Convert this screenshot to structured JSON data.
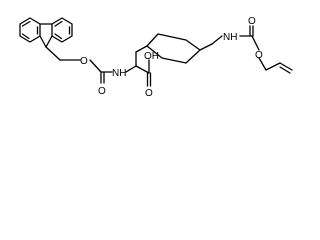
{
  "molecule": {
    "labels": {
      "o_fmoc_ether": "O",
      "nh_alpha": "NH",
      "o_carbonyl_fmoc": "O",
      "oh_acid": "OH",
      "o_carbonyl_acid": "O",
      "nh_side": "NH",
      "o_carbonyl_alloc": "O",
      "o_alloc_ether": "O"
    }
  }
}
